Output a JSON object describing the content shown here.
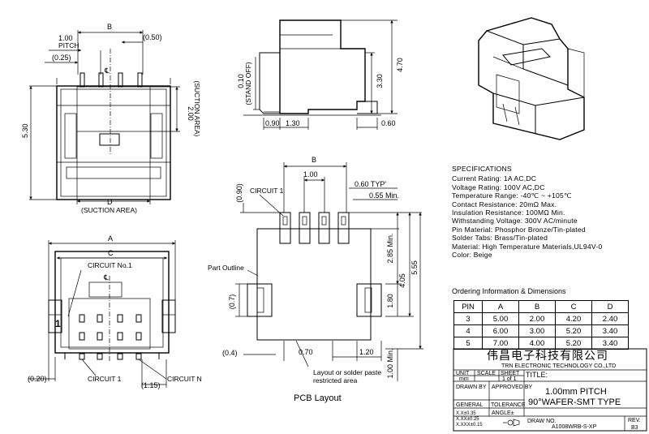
{
  "front_view": {
    "dims": {
      "b": "B",
      "pitch": "1.00",
      "pitch_word": "PITCH",
      "half_pitch": "(0.50)",
      "offset_025": "(0.25)",
      "height_530": "5.30",
      "suction_200": "2.00",
      "suction_area_side": "(SUCTION AREA)",
      "d": "D",
      "suction_area_bottom": "(SUCTION AREA)",
      "cl": "℄"
    }
  },
  "side_view": {
    "dims": {
      "standoff": "0.10",
      "standoff_label": "(STAND OFF)",
      "h330": "3.30",
      "h470": "4.70",
      "w090": "0.90",
      "w130": "1.30",
      "w060": "0.60"
    }
  },
  "bottom_view": {
    "dims": {
      "a": "A",
      "c": "C",
      "d020": "(0.20)",
      "d115": "(1.15)"
    },
    "labels": {
      "circuit_no1": "CIRCUIT No.1",
      "circuit_1": "CIRCUIT 1",
      "circuit_n": "CIRCUIT N",
      "pin_one": "1",
      "cl": "℄"
    }
  },
  "pcb_layout": {
    "title": "PCB Layout",
    "dims": {
      "b": "B",
      "pitch": "1.00",
      "typ": "0.60 TYP'",
      "min055": "0.55 Min.",
      "d090": "(0.90)",
      "min285": "2.85 Min.",
      "h405": "4.05",
      "h555": "5.55",
      "h180": "1.80",
      "d07": "(0.7)",
      "d04": "(0.4)",
      "w070": "0.70",
      "w120": "1.20",
      "min100": "1.00 Min."
    },
    "labels": {
      "circuit_1": "CIRCUIT 1",
      "part_outline": "Part Outline",
      "layout_note_1": "Layout or solder paste",
      "layout_note_2": "restricted area"
    }
  },
  "specifications": {
    "heading": "SPECIFICATIONS",
    "lines": [
      "Current Rating: 1A AC,DC",
      "Voltage Rating: 100V AC,DC",
      "Temperature Range: -40℃ ~ +105℃",
      "Contact Resistance: 20mΩ Max.",
      "Insulation Resistance: 100MΩ Min.",
      "Withstanding Voltage: 300V AC/minute",
      "Pin Material: Phosphor Bronze/Tin-plated",
      "Solder Tabs: Brass/Tin-plated",
      "Material: High Temperature Materials,UL94V-0",
      "Color: Beige"
    ]
  },
  "ordering": {
    "heading": "Ordering Information & Dimensions",
    "headers": [
      "PIN",
      "A",
      "B",
      "C",
      "D"
    ],
    "rows": [
      [
        "3",
        "5.00",
        "2.00",
        "4.20",
        "2.40"
      ],
      [
        "4",
        "6.00",
        "3.00",
        "5.20",
        "3.40"
      ],
      [
        "5",
        "7.00",
        "4.00",
        "5.20",
        "3.40"
      ]
    ]
  },
  "title_block": {
    "company_cn": "伟昌电子科技有限公司",
    "company_en": "TRN ELECTRONIC TECHNOLOGY CO.,LTD",
    "unit_label": "UNIT",
    "scale_label": "SCALE",
    "sheet_label": "SHEET",
    "title_label": "TITLE:",
    "unit_value": "mm",
    "sheet_value": "1 of 1",
    "drawn_by": "DRAWN BY",
    "approved_by": "APPROVED BY",
    "title_line1": "1.00mm PITCH",
    "title_line2": "90°WAFER-SMT TYPE",
    "general": "GENERAL",
    "tolerance": "TOLERANCE",
    "tol_1": "X.X±0.35",
    "tol_2": "X.XX±0.25",
    "tol_3": "X.XXX±0.15",
    "angle": "ANGLE±",
    "draw_no_label": "DRAW NO.",
    "draw_no": "A1008WRB-S-XP",
    "rev_label": "REV.",
    "rev_value": "B3"
  }
}
